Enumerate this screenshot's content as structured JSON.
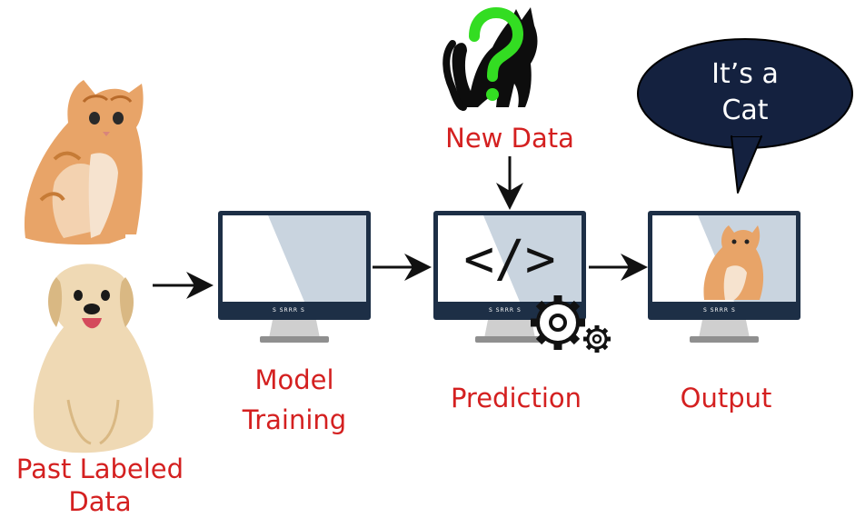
{
  "labels": {
    "past_data_line1": "Past Labeled",
    "past_data_line2": "Data",
    "model_training_line1": "Model",
    "model_training_line2": "Training",
    "prediction": "Prediction",
    "output": "Output",
    "new_data": "New Data"
  },
  "bubble": {
    "line1": "It’s a",
    "line2": "Cat"
  },
  "code_symbol": "</>",
  "monitor_brand": "S  SRRR  S",
  "colors": {
    "label_red": "#d42020",
    "monitor_frame": "#1d2f46",
    "screen_shade": "#c9d4df",
    "bubble_fill": "#14213f",
    "question_green": "#33dd22",
    "gear": "#111111",
    "arrow": "#111111"
  },
  "icons": {
    "cat_orange": "orange-kitten-photo",
    "dog": "golden-puppy-photo",
    "cat_silhouette": "black-cat-silhouette",
    "question": "green-question-mark",
    "gears": "gear-icon"
  }
}
